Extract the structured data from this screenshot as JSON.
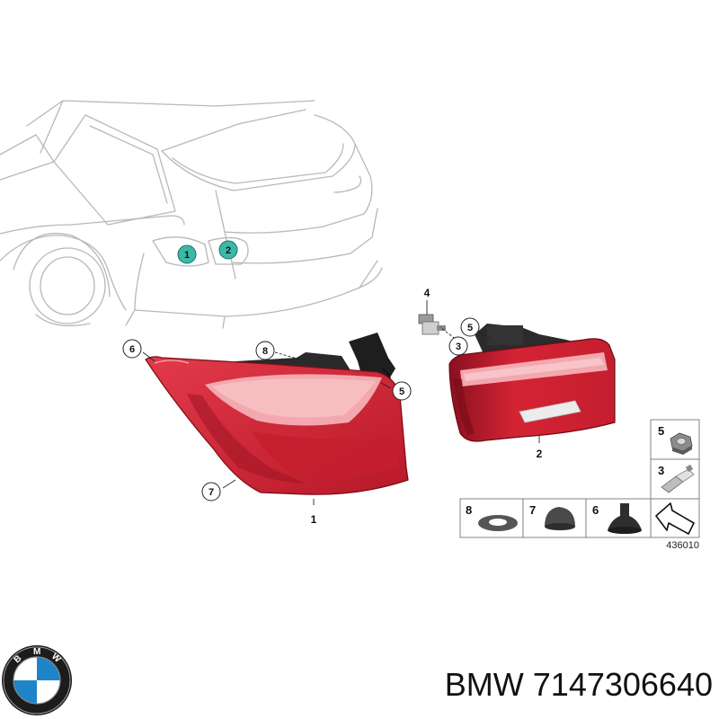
{
  "diagram": {
    "location_callouts": [
      "1",
      "2"
    ],
    "callouts": {
      "c6": "6",
      "c8": "8",
      "c5a": "5",
      "c7": "7",
      "c1": "1",
      "c4": "4",
      "c5b": "5",
      "c3": "3",
      "c2": "2"
    },
    "legend": {
      "items": [
        {
          "number": "5",
          "icon": "nut-icon"
        },
        {
          "number": "3",
          "icon": "bulb-holder-icon"
        },
        {
          "number": "8",
          "icon": "gasket-ring-icon"
        },
        {
          "number": "7",
          "icon": "cap-icon"
        },
        {
          "number": "6",
          "icon": "grommet-icon"
        },
        {
          "number": "",
          "icon": "arrow-icon"
        }
      ]
    },
    "diagram_id": "436010"
  },
  "footer": {
    "brand": "BMW",
    "part_number": "7147306640",
    "logo_letters": "BMW"
  },
  "colors": {
    "lamp_red": "#d42434",
    "lamp_light": "#f2a8ae",
    "location_badge": "#3bb8a8",
    "outline": "#b8b8b8"
  }
}
